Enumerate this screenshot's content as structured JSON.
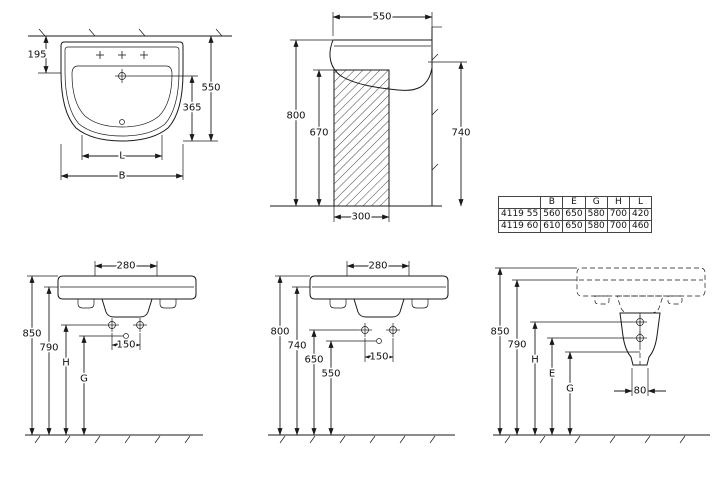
{
  "drawing": {
    "line_color": "#1a1a1a",
    "bg_color": "#ffffff"
  },
  "plan_view": {
    "dim_wall_to_tap": "195",
    "dim_depth": "550",
    "dim_front_to_tap": "365",
    "dim_inner_width": "L",
    "dim_outer_width": "B"
  },
  "side_view": {
    "dim_depth": "550",
    "dim_rim_height": "800",
    "dim_clearance_height": "670",
    "dim_wall_height": "740",
    "dim_pedestal_depth": "300"
  },
  "front_view_left": {
    "dim_tap_width": "280",
    "dim_h1": "850",
    "dim_h2": "790",
    "dim_h3": "H",
    "dim_h4": "G",
    "dim_hole_spacing": "150"
  },
  "front_view_middle": {
    "dim_tap_width": "280",
    "dim_h1": "800",
    "dim_h2": "740",
    "dim_h3": "650",
    "dim_h4": "550",
    "dim_hole_spacing": "150"
  },
  "front_view_right": {
    "dim_h1": "850",
    "dim_h2": "790",
    "dim_h3": "H",
    "dim_h4": "E",
    "dim_h5": "G",
    "dim_outlet_width": "80"
  },
  "table": {
    "col_headers": [
      "B",
      "E",
      "G",
      "H",
      "L"
    ],
    "rows": [
      [
        "4119 55",
        "560",
        "650",
        "580",
        "700",
        "420"
      ],
      [
        "4119 60",
        "610",
        "650",
        "580",
        "700",
        "460"
      ]
    ]
  }
}
